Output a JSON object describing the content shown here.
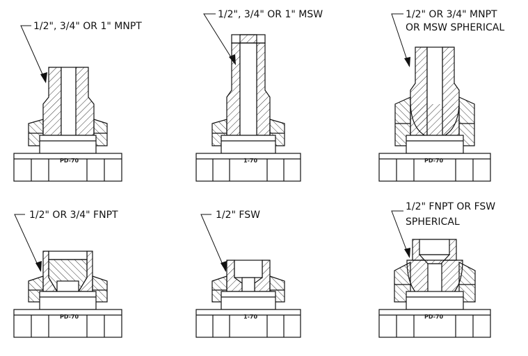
{
  "fittings": [
    {
      "id": "mnpt",
      "label_lines": [
        "1/2\", 3/4\" OR 1\" MNPT"
      ],
      "stamp": "PD-70"
    },
    {
      "id": "msw",
      "label_lines": [
        "1/2\", 3/4\" OR 1\" MSW"
      ],
      "stamp": "1-70"
    },
    {
      "id": "mnpt-msw-spherical",
      "label_lines": [
        "1/2\" OR 3/4\" MNPT",
        "OR MSW SPHERICAL"
      ],
      "stamp": "PD-70"
    },
    {
      "id": "fnpt",
      "label_lines": [
        "1/2\" OR 3/4\" FNPT"
      ],
      "stamp": "PD-70"
    },
    {
      "id": "fsw",
      "label_lines": [
        "1/2\" FSW"
      ],
      "stamp": "1-70"
    },
    {
      "id": "fnpt-fsw-spherical",
      "label_lines": [
        "1/2\" FNPT OR FSW",
        "SPHERICAL"
      ],
      "stamp": "PD-70"
    }
  ],
  "colors": {
    "line": "#111111",
    "hatch": "#333333",
    "paper": "#ffffff"
  }
}
